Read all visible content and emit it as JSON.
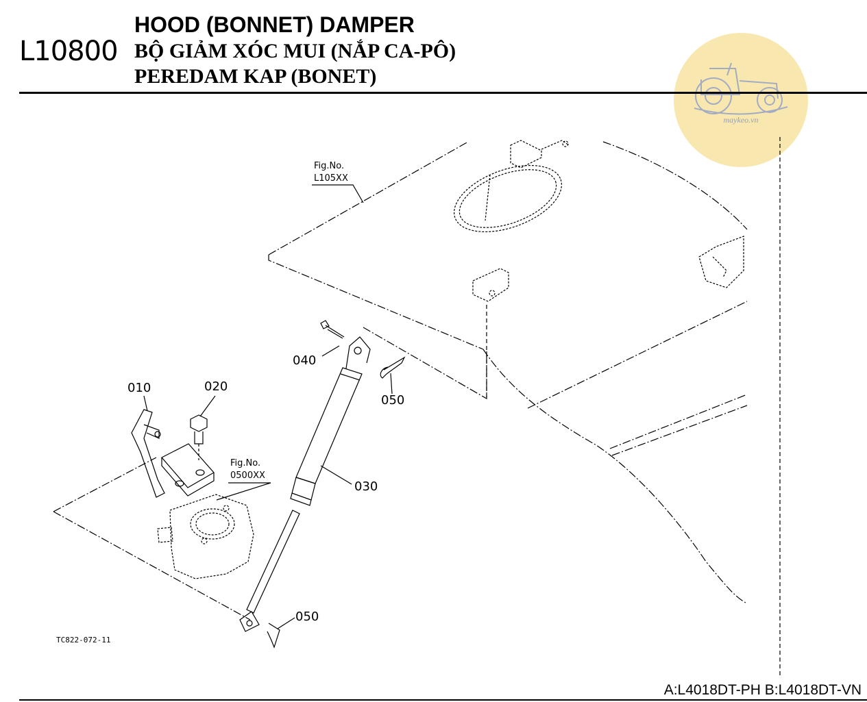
{
  "header": {
    "page_code": "L10800",
    "title_en": "HOOD (BONNET) DAMPER",
    "title_vi": "BỘ GIẢM XÓC MUI (NẮP CA-PÔ)",
    "title_ru": "PEREDAM KAP (BONET)"
  },
  "watermark": {
    "text": "maykeo.vn",
    "icon": "tractor-icon"
  },
  "figure_refs": [
    {
      "line1": "Fig.No.",
      "line2": "L105XX"
    },
    {
      "line1": "Fig.No.",
      "line2": "0500XX"
    }
  ],
  "part_labels": {
    "p010": "010",
    "p020": "020",
    "p030": "030",
    "p040": "040",
    "p050_top": "050",
    "p050_bottom": "050"
  },
  "illustration_id": "TC822-072-11",
  "footer": {
    "models": "A:L4018DT-PH B:L4018DT-VN"
  }
}
